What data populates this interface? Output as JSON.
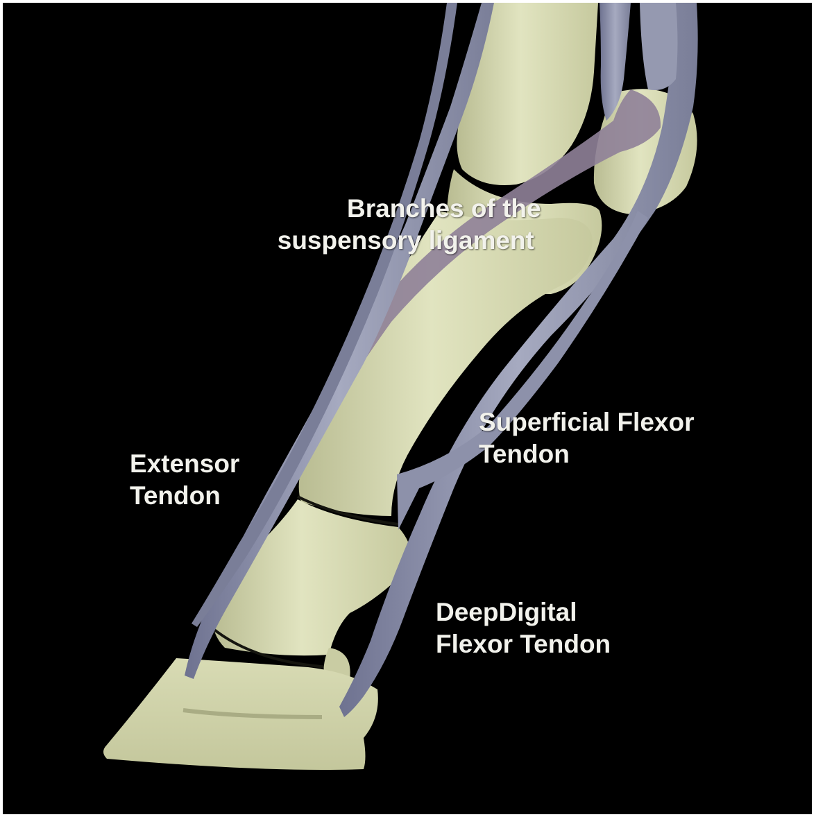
{
  "labels": {
    "suspensory": {
      "line1": "Branches of the",
      "line2": "suspensory ligament"
    },
    "superficial_flexor": {
      "line1": "Superficial Flexor",
      "line2": "Tendon"
    },
    "extensor": {
      "line1": "Extensor",
      "line2": "Tendon"
    },
    "deep_digital_flexor": {
      "line1": "DeepDigital",
      "line2": "Flexor Tendon"
    }
  },
  "colors": {
    "background": "#000000",
    "bone": "#dcdfb8",
    "bone_shadow": "#b6b98e",
    "tendon": "#8a8ea6",
    "tendon_light": "#a7abc0",
    "ligament": "#8e7f96",
    "label_text": "#f2f2ec"
  }
}
